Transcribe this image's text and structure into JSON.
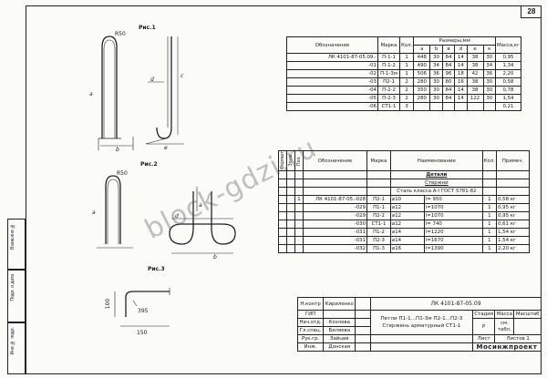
{
  "sheet": {
    "number": "28"
  },
  "figures": {
    "fig1": "Рис.1",
    "fig2": "Рис.2",
    "fig3": "Рис.3",
    "r50a": "R50",
    "r50b": "R50",
    "d1": "d",
    "d2": "d",
    "b1": "b",
    "b2": "b",
    "a1": "a",
    "a2": "a",
    "a3": "a",
    "c1": "c",
    "e1": "e",
    "dim395": "395",
    "dim150": "150",
    "dim100": "100"
  },
  "table1": {
    "col_designation": "Обозначение",
    "col_mark": "Марка",
    "col_qty": "Кол.",
    "col_sizes": "Размеры,мм",
    "col_mass": "Масса,кг",
    "size_cols": [
      "a",
      "b",
      "в",
      "d",
      "e",
      "к"
    ],
    "rows": [
      {
        "designation": "ЛК 4101-87-05.09.-",
        "mark": "П-1-1",
        "qty": "1",
        "sizes": [
          "448",
          "30",
          "84",
          "14",
          "38",
          "30"
        ],
        "mass": "0,95"
      },
      {
        "designation": "-01",
        "mark": "П-1-2",
        "qty": "1",
        "sizes": [
          "490",
          "34",
          "84",
          "14",
          "38",
          "34"
        ],
        "mass": "1,34"
      },
      {
        "designation": "-02",
        "mark": "П-1-3м",
        "qty": "1",
        "sizes": [
          "506",
          "36",
          "96",
          "18",
          "42",
          "36"
        ],
        "mass": "2,20"
      },
      {
        "designation": "-03",
        "mark": "П2-1",
        "qty": "2",
        "sizes": [
          "280",
          "30",
          "80",
          "16",
          "38",
          "30"
        ],
        "mass": "0,58"
      },
      {
        "designation": "-04",
        "mark": "П-2-2",
        "qty": "2",
        "sizes": [
          "350",
          "30",
          "84",
          "14",
          "38",
          "30"
        ],
        "mass": "0,78"
      },
      {
        "designation": "-05",
        "mark": "П-2-3",
        "qty": "2",
        "sizes": [
          "280",
          "30",
          "84",
          "14",
          "122",
          "30"
        ],
        "mass": "1,54"
      },
      {
        "designation": "-06",
        "mark": "СТ1-1",
        "qty": "3",
        "sizes": [
          "",
          "",
          "",
          "",
          "",
          ""
        ],
        "mass": "0,21"
      }
    ]
  },
  "table2": {
    "col_format": "Формат",
    "col_zone": "Зона",
    "col_pos": "Поз.",
    "col_designation": "Обозначение",
    "col_mark": "Марка",
    "col_name": "Наименование",
    "col_qty": "Кол.",
    "col_note": "Примеч.",
    "section": "Детали",
    "subsection": "Стержни",
    "steel_class": "Сталь класса А-I ГОСТ 5781-82",
    "rows": [
      {
        "pos": "1",
        "designation": "ЛК 4101-87-05.-028",
        "mark": "П2-1",
        "dia": "⌀10",
        "len": "l= 950",
        "qty": "1",
        "note": "0,58 кг"
      },
      {
        "pos": "",
        "designation": "-029",
        "mark": "П1-1",
        "dia": "⌀12",
        "len": "l=1070",
        "qty": "1",
        "note": "0,95 кг"
      },
      {
        "pos": "",
        "designation": "-029",
        "mark": "П2-2",
        "dia": "⌀12",
        "len": "l=1070",
        "qty": "1",
        "note": "0,95 кг"
      },
      {
        "pos": "",
        "designation": "-030",
        "mark": "СТ1-1",
        "dia": "⌀12",
        "len": "l= 740",
        "qty": "1",
        "note": "0,61 кг"
      },
      {
        "pos": "",
        "designation": "-031",
        "mark": "П1-2",
        "dia": "⌀14",
        "len": "l=1220",
        "qty": "1",
        "note": "1,54 кг"
      },
      {
        "pos": "",
        "designation": "-031",
        "mark": "П2-3",
        "dia": "⌀14",
        "len": "l=1670",
        "qty": "1",
        "note": "1,54 кг"
      },
      {
        "pos": "",
        "designation": "-032",
        "mark": "П1-3",
        "dia": "⌀16",
        "len": "l=1390",
        "qty": "1",
        "note": "2,20 кг"
      }
    ]
  },
  "titleblock": {
    "code": "ЛК 4101-87-05.09",
    "title_line1": "Петли П1-1...П1-3м П2-1...П2-3",
    "title_line2": "Стержень арматурный СТ1-1",
    "stage_label": "Стадия",
    "mass_label": "Масса",
    "scale_label": "Масштаб",
    "stage_value": "Р",
    "mass_value": "см.",
    "mass_value2": "табл.",
    "sheet_label": "Лист",
    "sheets_label": "Листов",
    "sheet_value": "",
    "sheets_value": "1",
    "org": "Мосинжпроект",
    "people": [
      {
        "role": "Н.контр",
        "name": "Кириленко"
      },
      {
        "role": "ГИП",
        "name": ""
      },
      {
        "role": "Нач.отд.",
        "name": "Козлова"
      },
      {
        "role": "Гл.спец.",
        "name": "Беляева"
      },
      {
        "role": "Рук.гр.",
        "name": "Зайцев"
      },
      {
        "role": "Инж.",
        "name": "Донская"
      }
    ]
  },
  "side_stamps": [
    "Взам.инв.№",
    "Подп. и дата",
    "Инв.№ подл."
  ],
  "watermark": "block-gdzi.ru"
}
